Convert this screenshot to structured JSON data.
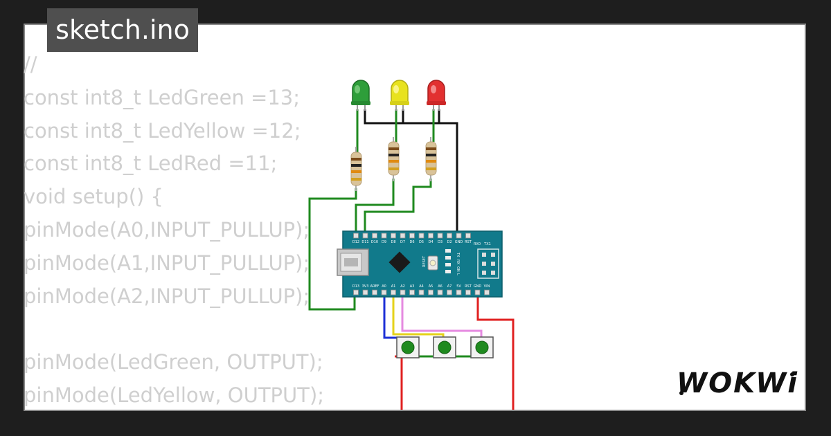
{
  "window": {
    "title": "sketch.ino"
  },
  "code_lines": [
    "//",
    "const int8_t LedGreen =13;",
    "const int8_t LedYellow =12;",
    "const int8_t LedRed =11;",
    "void setup() {",
    "pinMode(A0,INPUT_PULLUP);",
    "pinMode(A1,INPUT_PULLUP);",
    "pinMode(A2,INPUT_PULLUP);",
    "",
    "pinMode(LedGreen, OUTPUT);",
    "pinMode(LedYellow, OUTPUT);"
  ],
  "brand": {
    "logo_text": "WOKWi"
  },
  "board": {
    "top_pins": [
      "D12",
      "D11",
      "D10",
      "D9",
      "D8",
      "D7",
      "D6",
      "D5",
      "D4",
      "D3",
      "D2",
      "GND",
      "RST",
      "RX0",
      "TX1"
    ],
    "bottom_pins": [
      "D13",
      "3V3",
      "AREF",
      "A0",
      "A1",
      "A2",
      "A3",
      "A4",
      "A5",
      "A6",
      "A7",
      "5V",
      "RST",
      "GND",
      "VIN"
    ],
    "side_labels": [
      "TX",
      "RX",
      "ON",
      "L"
    ],
    "reset_label": "RESET"
  },
  "leds": [
    {
      "name": "green",
      "color": "#2e9e3a"
    },
    {
      "name": "yellow",
      "color": "#e8e21e"
    },
    {
      "name": "red",
      "color": "#e23030"
    }
  ],
  "colors": {
    "board": "#117a8b",
    "wire_green": "#1f8a1f",
    "wire_black": "#111111",
    "wire_blue": "#1c2fd6",
    "wire_yellow": "#e5d21a",
    "wire_pink": "#e58ae0",
    "wire_red": "#e02020",
    "button": "#1f8a1f"
  }
}
